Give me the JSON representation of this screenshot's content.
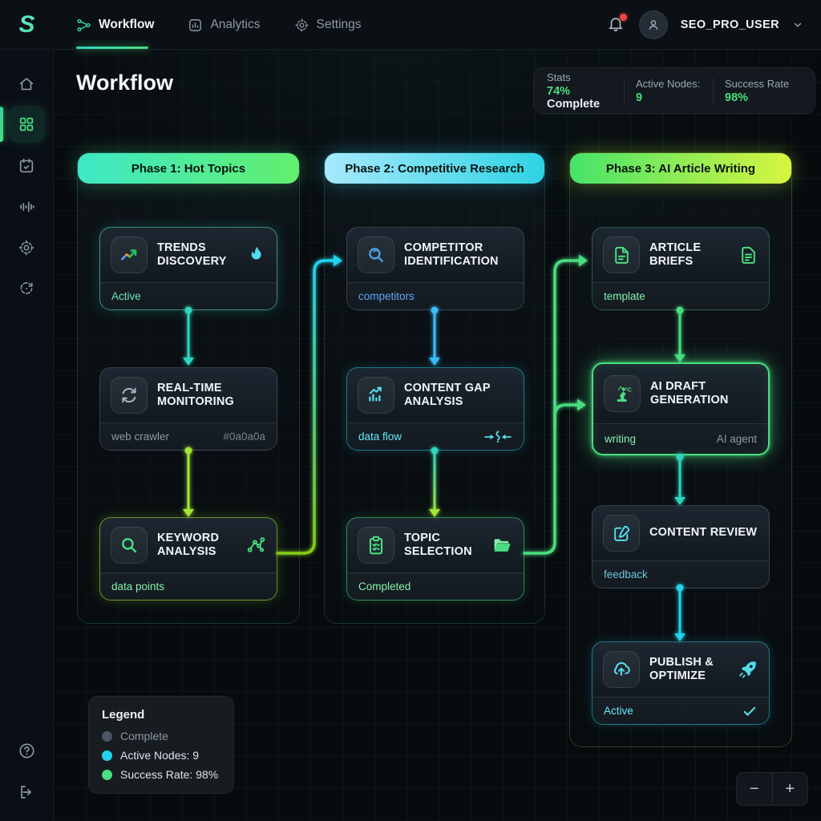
{
  "navbar": {
    "logo": "S",
    "tabs": [
      {
        "label": "Workflow",
        "active": true
      },
      {
        "label": "Analytics",
        "active": false
      },
      {
        "label": "Settings",
        "active": false
      }
    ],
    "user": {
      "name": "SEO_PRO_USER"
    }
  },
  "sidebar": {
    "items": [
      "home",
      "dashboard",
      "tasks",
      "stats",
      "settings",
      "automation"
    ],
    "footer_items": [
      "help",
      "logout"
    ]
  },
  "page": {
    "title": "Workflow"
  },
  "stats": {
    "items": [
      {
        "label": "Stats",
        "value": "74%",
        "suffix": " Complete"
      },
      {
        "label": "Active Nodes:",
        "value": "9",
        "suffix": ""
      },
      {
        "label": "Success Rate",
        "value": "98%",
        "suffix": ""
      }
    ]
  },
  "phases": [
    {
      "title": "Phase 1: Hot Topics",
      "nodes": [
        {
          "title": "TRENDS DISCOVERY",
          "footer_left": "Active",
          "footer_right": ""
        },
        {
          "title": "REAL-TIME MONITORING",
          "footer_left": "web crawler",
          "footer_right": "#0a0a0a"
        },
        {
          "title": "KEYWORD ANALYSIS",
          "footer_left": "data points",
          "footer_right": ""
        }
      ]
    },
    {
      "title": "Phase 2: Competitive Research",
      "nodes": [
        {
          "title": "COMPETITOR IDENTIFICATION",
          "footer_left": "competitors",
          "footer_right": ""
        },
        {
          "title": "CONTENT GAP ANALYSIS",
          "footer_left": "data flow",
          "footer_right": ""
        },
        {
          "title": "TOPIC SELECTION",
          "footer_left": "Completed",
          "footer_right": ""
        }
      ]
    },
    {
      "title": "Phase 3: AI Article Writing",
      "nodes": [
        {
          "title": "ARTICLE BRIEFS",
          "footer_left": "template",
          "footer_right": ""
        },
        {
          "title": "AI DRAFT GENERATION",
          "footer_left": "writing",
          "footer_right": "AI agent"
        },
        {
          "title": "CONTENT REVIEW",
          "footer_left": "feedback",
          "footer_right": ""
        },
        {
          "title": "PUBLISH & OPTIMIZE",
          "footer_left": "Active",
          "footer_right": ""
        }
      ]
    }
  ],
  "legend": {
    "title": "Legend",
    "items": [
      {
        "label": "Complete",
        "color": "#4b5563"
      },
      {
        "label": "Active Nodes: 9",
        "color": "#22d3ee"
      },
      {
        "label": "Success Rate: 98%",
        "color": "#4ade80"
      }
    ]
  },
  "zoom_controls": {
    "minus": "−",
    "plus": "+"
  },
  "icons": {
    "workflow_tab": "node-graph",
    "analytics_tab": "bar-chart-square",
    "settings_tab": "gear",
    "notification": "bell-with-red-dot",
    "user": "person-avatar"
  },
  "colors": {
    "accent_green": "#4ade80",
    "accent_cyan": "#22d3ee",
    "accent_lime": "#a3e635",
    "alert_red": "#ef4444"
  }
}
